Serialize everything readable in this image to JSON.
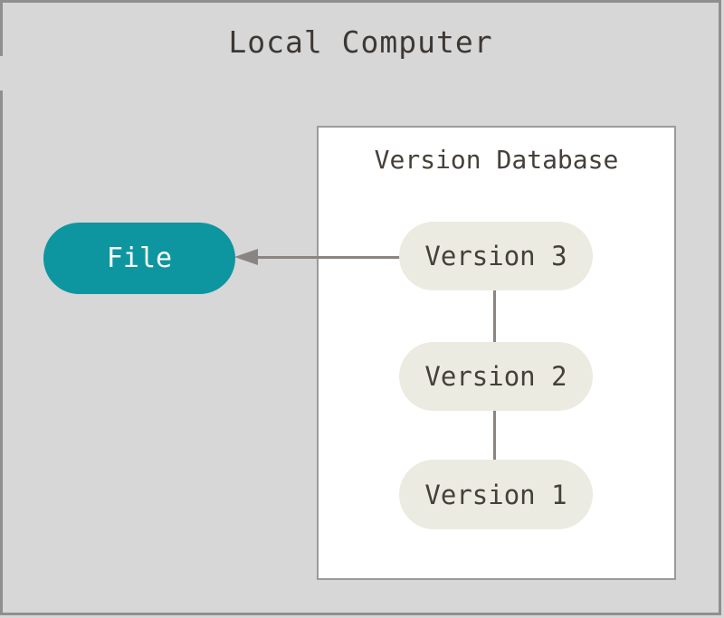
{
  "diagram": {
    "title": "Local Computer",
    "version_database": {
      "title": "Version Database",
      "versions": [
        {
          "label": "Version 3"
        },
        {
          "label": "Version 2"
        },
        {
          "label": "Version 1"
        }
      ]
    },
    "file_node": {
      "label": "File"
    },
    "arrow": {
      "from": "Version 3",
      "to": "File"
    },
    "colors": {
      "background": "#d7d7d7",
      "frame_border": "#8f8f8f",
      "box_fill": "#ffffff",
      "box_border": "#9b9b9b",
      "version_pill_fill": "#ecebe1",
      "version_pill_text": "#44403a",
      "file_pill_fill": "#0e96a0",
      "file_pill_text": "#fbfbf8",
      "title_text": "#3d3834",
      "arrow": "#8a8580"
    }
  }
}
